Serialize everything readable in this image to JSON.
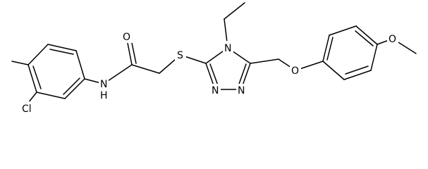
{
  "atoms": {
    "o_carbonyl": "O",
    "n_amide": "N",
    "h_amide": "H",
    "cl": "Cl",
    "s": "S",
    "n4": "N",
    "n1": "N",
    "n2": "N",
    "o_ether": "O",
    "o_methoxy": "O"
  },
  "colors": {
    "line": "#000000",
    "background": "#ffffff"
  }
}
